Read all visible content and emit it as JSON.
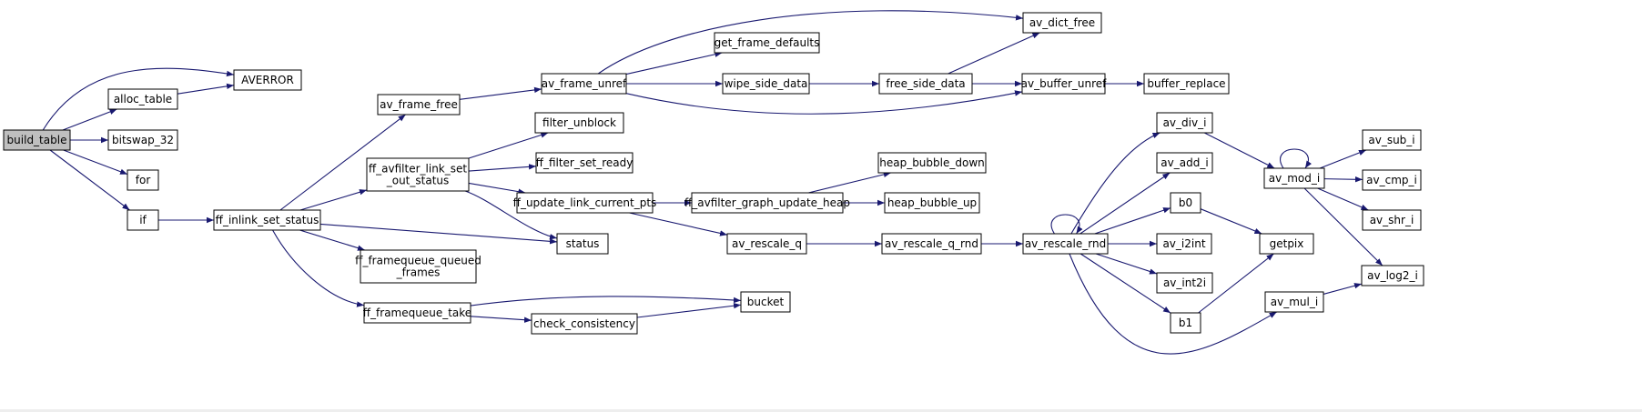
{
  "nodes": [
    {
      "id": "build_table",
      "lines": [
        "build_table"
      ],
      "root": true
    },
    {
      "id": "AVERROR",
      "lines": [
        "AVERROR"
      ]
    },
    {
      "id": "alloc_table",
      "lines": [
        "alloc_table"
      ]
    },
    {
      "id": "bitswap_32",
      "lines": [
        "bitswap_32"
      ]
    },
    {
      "id": "for",
      "lines": [
        "for"
      ]
    },
    {
      "id": "if",
      "lines": [
        "if"
      ]
    },
    {
      "id": "ff_inlink_set_status",
      "lines": [
        "ff_inlink_set_status"
      ]
    },
    {
      "id": "av_frame_free",
      "lines": [
        "av_frame_free"
      ]
    },
    {
      "id": "ff_avfilter_link_set_out_status",
      "lines": [
        "ff_avfilter_link_set",
        "_out_status"
      ]
    },
    {
      "id": "status",
      "lines": [
        "status"
      ]
    },
    {
      "id": "ff_framequeue_queued_frames",
      "lines": [
        "ff_framequeue_queued",
        "_frames"
      ]
    },
    {
      "id": "ff_framequeue_take",
      "lines": [
        "ff_framequeue_take"
      ]
    },
    {
      "id": "av_frame_unref",
      "lines": [
        "av_frame_unref"
      ]
    },
    {
      "id": "filter_unblock",
      "lines": [
        "filter_unblock"
      ]
    },
    {
      "id": "ff_filter_set_ready",
      "lines": [
        "ff_filter_set_ready"
      ]
    },
    {
      "id": "ff_update_link_current_pts",
      "lines": [
        "ff_update_link_current_pts"
      ]
    },
    {
      "id": "check_consistency",
      "lines": [
        "check_consistency"
      ]
    },
    {
      "id": "bucket",
      "lines": [
        "bucket"
      ]
    },
    {
      "id": "get_frame_defaults",
      "lines": [
        "get_frame_defaults"
      ]
    },
    {
      "id": "wipe_side_data",
      "lines": [
        "wipe_side_data"
      ]
    },
    {
      "id": "ff_avfilter_graph_update_heap",
      "lines": [
        "ff_avfilter_graph_update_heap"
      ]
    },
    {
      "id": "av_rescale_q",
      "lines": [
        "av_rescale_q"
      ]
    },
    {
      "id": "av_dict_free",
      "lines": [
        "av_dict_free"
      ]
    },
    {
      "id": "free_side_data",
      "lines": [
        "free_side_data"
      ]
    },
    {
      "id": "heap_bubble_down",
      "lines": [
        "heap_bubble_down"
      ]
    },
    {
      "id": "heap_bubble_up",
      "lines": [
        "heap_bubble_up"
      ]
    },
    {
      "id": "av_rescale_q_rnd",
      "lines": [
        "av_rescale_q_rnd"
      ]
    },
    {
      "id": "av_buffer_unref",
      "lines": [
        "av_buffer_unref"
      ]
    },
    {
      "id": "av_rescale_rnd",
      "lines": [
        "av_rescale_rnd"
      ]
    },
    {
      "id": "buffer_replace",
      "lines": [
        "buffer_replace"
      ]
    },
    {
      "id": "av_div_i",
      "lines": [
        "av_div_i"
      ]
    },
    {
      "id": "av_add_i",
      "lines": [
        "av_add_i"
      ]
    },
    {
      "id": "b0",
      "lines": [
        "b0"
      ]
    },
    {
      "id": "av_i2int",
      "lines": [
        "av_i2int"
      ]
    },
    {
      "id": "av_int2i",
      "lines": [
        "av_int2i"
      ]
    },
    {
      "id": "b1",
      "lines": [
        "b1"
      ]
    },
    {
      "id": "av_mul_i",
      "lines": [
        "av_mul_i"
      ]
    },
    {
      "id": "av_mod_i",
      "lines": [
        "av_mod_i"
      ]
    },
    {
      "id": "getpix",
      "lines": [
        "getpix"
      ]
    },
    {
      "id": "av_sub_i",
      "lines": [
        "av_sub_i"
      ]
    },
    {
      "id": "av_cmp_i",
      "lines": [
        "av_cmp_i"
      ]
    },
    {
      "id": "av_shr_i",
      "lines": [
        "av_shr_i"
      ]
    },
    {
      "id": "av_log2_i",
      "lines": [
        "av_log2_i"
      ]
    }
  ],
  "edges": [
    [
      "build_table",
      "AVERROR"
    ],
    [
      "build_table",
      "alloc_table"
    ],
    [
      "build_table",
      "bitswap_32"
    ],
    [
      "build_table",
      "for"
    ],
    [
      "build_table",
      "if"
    ],
    [
      "alloc_table",
      "AVERROR"
    ],
    [
      "if",
      "ff_inlink_set_status"
    ],
    [
      "ff_inlink_set_status",
      "av_frame_free"
    ],
    [
      "ff_inlink_set_status",
      "ff_avfilter_link_set_out_status"
    ],
    [
      "ff_inlink_set_status",
      "status"
    ],
    [
      "ff_inlink_set_status",
      "ff_framequeue_queued_frames"
    ],
    [
      "ff_inlink_set_status",
      "ff_framequeue_take"
    ],
    [
      "av_frame_free",
      "av_frame_unref"
    ],
    [
      "ff_avfilter_link_set_out_status",
      "filter_unblock"
    ],
    [
      "ff_avfilter_link_set_out_status",
      "ff_filter_set_ready"
    ],
    [
      "ff_avfilter_link_set_out_status",
      "ff_update_link_current_pts"
    ],
    [
      "ff_avfilter_link_set_out_status",
      "status"
    ],
    [
      "ff_framequeue_take",
      "bucket"
    ],
    [
      "ff_framequeue_take",
      "check_consistency"
    ],
    [
      "check_consistency",
      "bucket"
    ],
    [
      "av_frame_unref",
      "av_dict_free"
    ],
    [
      "av_frame_unref",
      "get_frame_defaults"
    ],
    [
      "av_frame_unref",
      "wipe_side_data"
    ],
    [
      "av_frame_unref",
      "av_buffer_unref"
    ],
    [
      "wipe_side_data",
      "free_side_data"
    ],
    [
      "free_side_data",
      "av_dict_free"
    ],
    [
      "free_side_data",
      "av_buffer_unref"
    ],
    [
      "av_buffer_unref",
      "buffer_replace"
    ],
    [
      "ff_update_link_current_pts",
      "ff_avfilter_graph_update_heap"
    ],
    [
      "ff_update_link_current_pts",
      "av_rescale_q"
    ],
    [
      "ff_avfilter_graph_update_heap",
      "heap_bubble_down"
    ],
    [
      "ff_avfilter_graph_update_heap",
      "heap_bubble_up"
    ],
    [
      "av_rescale_q",
      "av_rescale_q_rnd"
    ],
    [
      "av_rescale_q_rnd",
      "av_rescale_rnd"
    ],
    [
      "av_rescale_rnd",
      "av_rescale_rnd"
    ],
    [
      "av_rescale_rnd",
      "av_div_i"
    ],
    [
      "av_rescale_rnd",
      "av_add_i"
    ],
    [
      "av_rescale_rnd",
      "b0"
    ],
    [
      "av_rescale_rnd",
      "av_i2int"
    ],
    [
      "av_rescale_rnd",
      "av_int2i"
    ],
    [
      "av_rescale_rnd",
      "b1"
    ],
    [
      "av_rescale_rnd",
      "av_mul_i"
    ],
    [
      "av_div_i",
      "av_mod_i"
    ],
    [
      "b0",
      "getpix"
    ],
    [
      "b1",
      "getpix"
    ],
    [
      "av_mul_i",
      "av_log2_i"
    ],
    [
      "av_mod_i",
      "av_mod_i"
    ],
    [
      "av_mod_i",
      "av_sub_i"
    ],
    [
      "av_mod_i",
      "av_cmp_i"
    ],
    [
      "av_mod_i",
      "av_shr_i"
    ],
    [
      "av_mod_i",
      "av_log2_i"
    ]
  ],
  "colors": {
    "edge": "#191970",
    "root_fill": "#bfbfbf",
    "node_fill": "#ffffff",
    "border": "#000000"
  }
}
